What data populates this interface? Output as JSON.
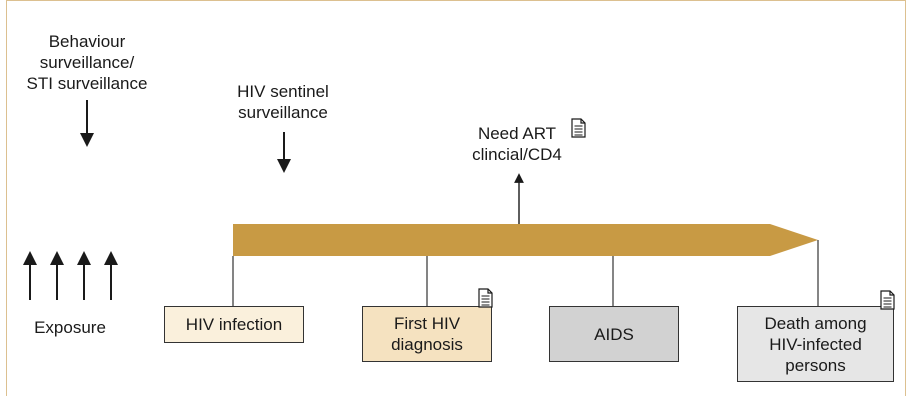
{
  "labels": {
    "behaviour": [
      "Behaviour",
      "surveillance/",
      "STI surveillance"
    ],
    "hiv_sentinel": [
      "HIV sentinel",
      "surveillance"
    ],
    "need_art": [
      "Need ART",
      "clincial/CD4"
    ],
    "exposure": "Exposure"
  },
  "boxes": {
    "hiv_infection": [
      "HIV infection"
    ],
    "first_diagnosis": [
      "First HIV",
      "diagnosis"
    ],
    "aids": [
      "AIDS"
    ],
    "death": [
      "Death among",
      "HIV-infected",
      "persons"
    ]
  },
  "icons": {
    "document": "document-icon",
    "arrow_up": "arrow-up-icon",
    "arrow_down": "arrow-down-icon"
  },
  "colors": {
    "timeline": "#c89a44",
    "frame": "#dcc090",
    "hiv_infection_fill": "#faf0dc",
    "first_diagnosis_fill": "#f5e2c0",
    "aids_fill": "#d2d2d2",
    "death_fill": "#e6e6e6"
  }
}
